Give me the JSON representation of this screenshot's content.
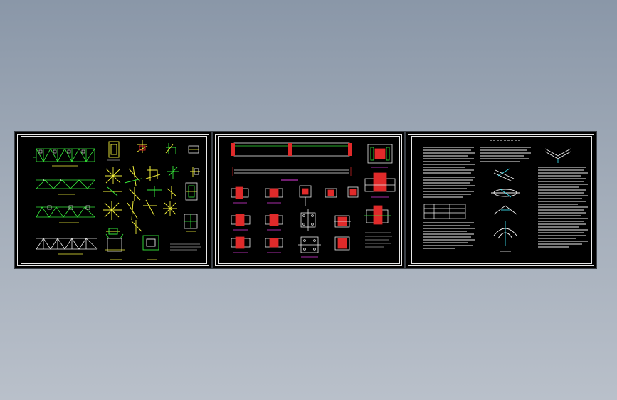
{
  "canvas": {
    "background_top": "#8a97a8",
    "background_bottom": "#b9c0ca"
  },
  "drawing": {
    "sheets": [
      {
        "id": "sheet-1",
        "content": "structural-frame-elevations-and-joint-details"
      },
      {
        "id": "sheet-2",
        "content": "beam-elevation-and-connection-sections"
      },
      {
        "id": "sheet-3",
        "content": "design-notes-and-member-details"
      }
    ],
    "colors": {
      "sheet_bg": "#000000",
      "frame": "#e8e8e8",
      "green": "#35e63a",
      "yellow": "#f2ef3a",
      "cyan": "#39d8e8",
      "red": "#e02a2a",
      "magenta": "#e23ce0",
      "white": "#f2f2f2"
    }
  }
}
